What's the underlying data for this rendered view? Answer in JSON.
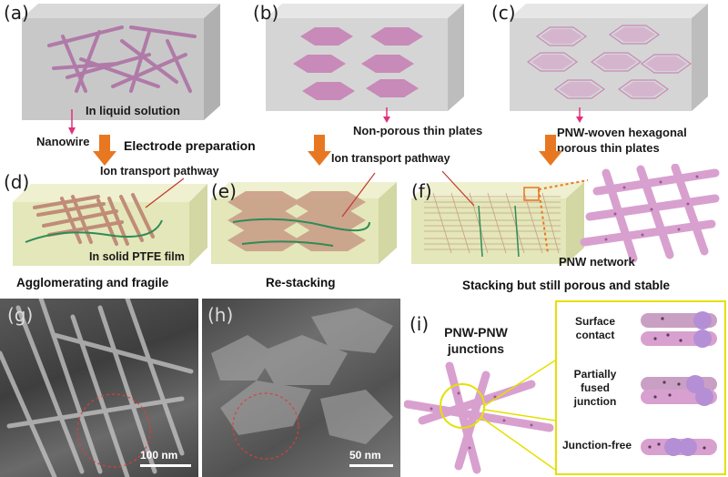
{
  "panels": {
    "a": {
      "label": "(a)",
      "solution": "In liquid solution",
      "nanowire": "Nanowire"
    },
    "b": {
      "label": "(b)",
      "note": "Non-porous thin plates"
    },
    "c": {
      "label": "(c)",
      "note_line1": "PNW-woven hexagonal",
      "note_line2": "porous thin plates"
    },
    "process": "Electrode preparation",
    "d": {
      "label": "(d)",
      "pathway": "Ion transport pathway",
      "film": "In solid PTFE film",
      "caption": "Agglomerating and fragile"
    },
    "e": {
      "label": "(e)",
      "pathway": "Ion transport pathway",
      "caption": "Re-stacking"
    },
    "f": {
      "label": "(f)",
      "network": "PNW network",
      "caption": "Stacking but still porous and stable"
    },
    "g": {
      "label": "(g)",
      "scale": "100 nm"
    },
    "h": {
      "label": "(h)",
      "scale": "50 nm"
    },
    "i": {
      "label": "(i)",
      "title_line1": "PNW-PNW",
      "title_line2": "junctions",
      "types": [
        {
          "line1": "Surface",
          "line2": "contact"
        },
        {
          "line1": "Partially",
          "line2": "fused",
          "line3": "junction"
        },
        {
          "line1": "Junction-free"
        }
      ]
    }
  },
  "colors": {
    "wire": "#d8a0cf",
    "plate": "#c88ab8",
    "arrow": "#e87722",
    "pink_line": "#e0307a",
    "junction_border": "#e5e000"
  }
}
